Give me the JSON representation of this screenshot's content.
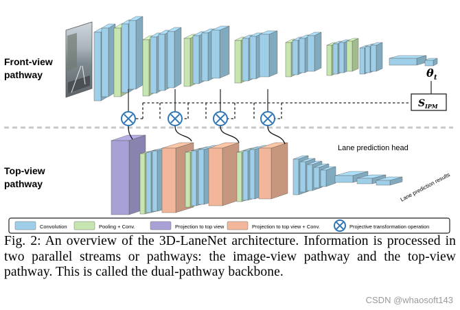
{
  "pathway_labels": {
    "front": [
      "Front-view",
      "pathway"
    ],
    "top": [
      "Top-view",
      "pathway"
    ]
  },
  "symbols": {
    "theta_main": "θ",
    "theta_sub": "t",
    "sipm_main": "S",
    "sipm_sub": "IPM"
  },
  "annotations": {
    "lane_prediction_head": "Lane prediction head",
    "lane_prediction_results": "Lane prediction results"
  },
  "legend": [
    {
      "label": "Convolution",
      "color": "#9fcfe8"
    },
    {
      "label": "Pooling + Conv.",
      "color": "#c6e5b0"
    },
    {
      "label": "Projection to top view",
      "color": "#a7a1d6"
    },
    {
      "label": "Projection to top view + Conv.",
      "color": "#f2b79a"
    },
    {
      "label": "Projective transformation operation",
      "icon": "projective-transform-icon"
    }
  ],
  "colors": {
    "convolution": "#9fcfe8",
    "pooling_conv": "#c6e5b0",
    "projection": "#a7a1d6",
    "projection_conv": "#f2b79a",
    "operator": "#2e75b6"
  },
  "caption": "Fig. 2: An overview of the 3D-LaneNet architecture. Information is processed in two parallel streams or pathways: the image-view pathway and the top-view pathway. This is called the dual-pathway backbone.",
  "watermark": "CSDN @whaosoft143"
}
